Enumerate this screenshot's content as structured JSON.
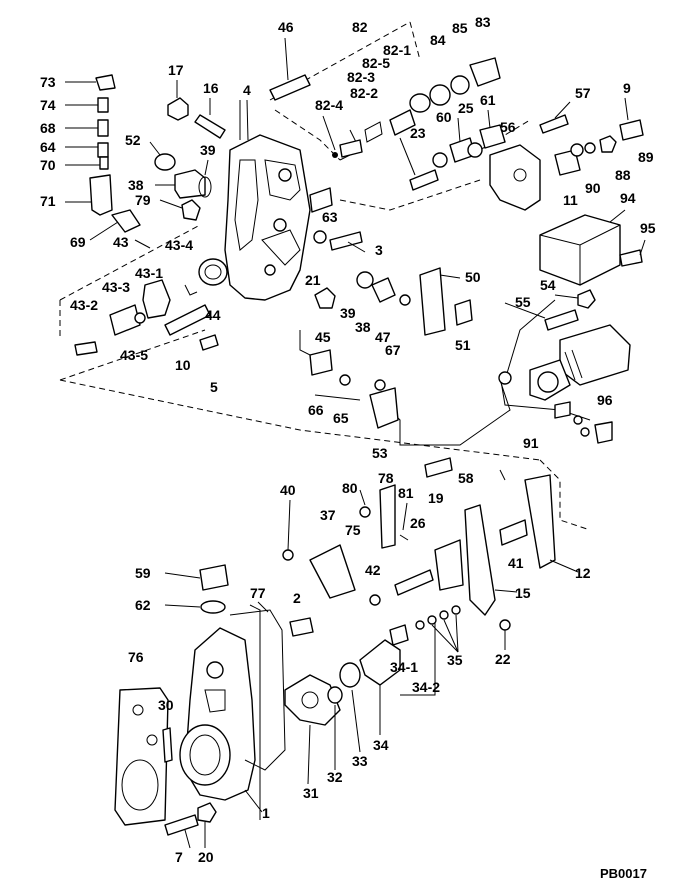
{
  "diagram": {
    "drawing_code": "PB0017",
    "labels": [
      "73",
      "74",
      "68",
      "64",
      "70",
      "71",
      "69",
      "43",
      "43-4",
      "43-1",
      "43-2",
      "43-3",
      "43-5",
      "17",
      "16",
      "52",
      "38",
      "39",
      "4",
      "79",
      "10",
      "5",
      "44",
      "46",
      "82",
      "82-4",
      "82-3",
      "82-5",
      "82-1",
      "82-2",
      "84",
      "85",
      "83",
      "23",
      "60",
      "25",
      "61",
      "56",
      "57",
      "9",
      "89",
      "88",
      "90",
      "11",
      "94",
      "95",
      "63",
      "3",
      "21",
      "39",
      "38",
      "47",
      "45",
      "50",
      "51",
      "55",
      "54",
      "67",
      "66",
      "65",
      "53",
      "96",
      "91",
      "58",
      "40",
      "80",
      "78",
      "81",
      "19",
      "37",
      "75",
      "26",
      "42",
      "41",
      "12",
      "15",
      "22",
      "35",
      "34-1",
      "34-2",
      "34",
      "33",
      "32",
      "31",
      "2",
      "59",
      "62",
      "77",
      "76",
      "30",
      "1",
      "7",
      "20"
    ]
  }
}
